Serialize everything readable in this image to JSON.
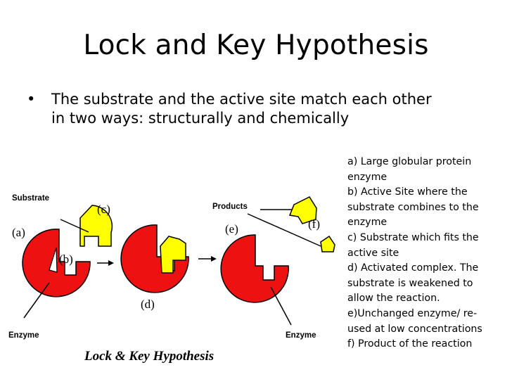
{
  "slide": {
    "title": "Lock and Key Hypothesis",
    "bullet_marker": "•",
    "bullet_line1": "The substrate and the active site match each other",
    "bullet_line2": "in two ways: structurally and chemically"
  },
  "legend": [
    "a) Large globular protein",
    "enzyme",
    "b) Active Site where the",
    "substrate combines to the",
    "enzyme",
    "c) Substrate which fits the",
    "active site",
    "d) Activated complex. The",
    "substrate is weakened to",
    "allow the reaction.",
    "e)Unchanged enzyme/ re-",
    "used at low concentrations",
    "f) Product of the reaction"
  ],
  "figure": {
    "label_substrate": "Substrate",
    "label_products": "Products",
    "label_enzyme_left": "Enzyme",
    "label_enzyme_right": "Enzyme",
    "label_a": "(a)",
    "label_b": "(b)",
    "label_c": "(c)",
    "label_d": "(d)",
    "label_e": "(e)",
    "label_f": "(f)",
    "caption": "Lock & Key Hypothesis",
    "colors": {
      "enzyme": "#ee1111",
      "substrate": "#ffff00",
      "outline": "#000000"
    }
  }
}
